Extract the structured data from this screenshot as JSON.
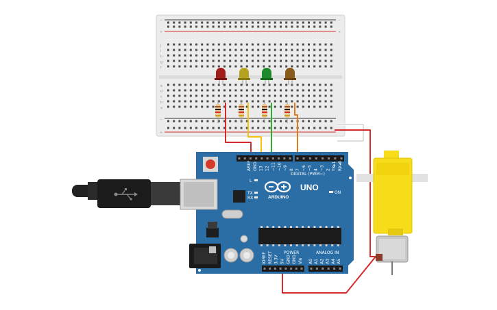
{
  "board": {
    "brand": "ARDUINO",
    "model": "UNO",
    "header_digital": "DIGITAL (PWM~)",
    "header_power": "POWER",
    "header_analog": "ANALOG IN",
    "label_on": "ON",
    "label_l": "L",
    "label_tx": "TX",
    "label_rx": "RX",
    "digital_pins": [
      "AREF",
      "GND",
      "13",
      "12",
      "~11",
      "~10",
      "~9",
      "8",
      "7",
      "~6",
      "~5",
      "4",
      "~3",
      "2",
      "TX▸1",
      "RX◂0"
    ],
    "power_pins": [
      "IOREF",
      "RESET",
      "3.3V",
      "5V",
      "GND",
      "GND",
      "Vin"
    ],
    "analog_pins": [
      "A0",
      "A1",
      "A2",
      "A3",
      "A4",
      "A5"
    ]
  },
  "breadboard": {
    "row_letters_top": [
      "j",
      "i",
      "h",
      "g",
      "f"
    ],
    "row_letters_bottom": [
      "e",
      "d",
      "c",
      "b",
      "a"
    ],
    "rail_plus": "+",
    "rail_minus": "−",
    "columns": 30
  },
  "leds": [
    {
      "color": "#a31c1c",
      "name": "red"
    },
    {
      "color": "#b5a21e",
      "name": "yellow"
    },
    {
      "color": "#1f8a2a",
      "name": "green"
    },
    {
      "color": "#8a5a1a",
      "name": "orange"
    }
  ],
  "wires": {
    "red": "#d42a2a",
    "yellow": "#f2c40a",
    "green": "#2fae2f",
    "orange": "#e07b18"
  },
  "colors": {
    "board": "#2b6ea6",
    "board_dark": "#1f5687",
    "motor": "#f7dc1a",
    "breadboard": "#eeeeee"
  }
}
